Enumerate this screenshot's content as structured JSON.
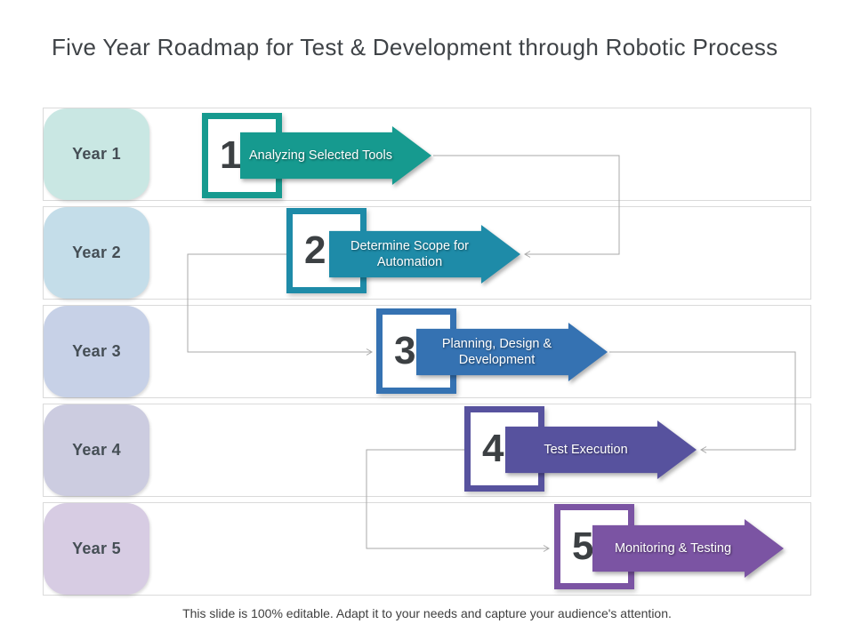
{
  "title": "Five Year Roadmap for Test & Development through Robotic Process",
  "footer": "This slide is 100% editable. Adapt it to your needs and capture your audience's attention.",
  "connectors": {
    "color": "#a9a9a9"
  },
  "rows": [
    {
      "year": "Year 1",
      "number": "1",
      "label": "Analyzing Selected Tools",
      "accent": "#169a8f",
      "year_bg": "#c9e7e3"
    },
    {
      "year": "Year 2",
      "number": "2",
      "label": "Determine Scope for Automation",
      "accent": "#1e8ba8",
      "year_bg": "#c4dde9"
    },
    {
      "year": "Year 3",
      "number": "3",
      "label": "Planning, Design & Development",
      "accent": "#3572b2",
      "year_bg": "#c7d1e7"
    },
    {
      "year": "Year 4",
      "number": "4",
      "label": "Test Execution",
      "accent": "#57529e",
      "year_bg": "#cccce0"
    },
    {
      "year": "Year 5",
      "number": "5",
      "label": "Monitoring & Testing",
      "accent": "#7b54a3",
      "year_bg": "#d7cce3"
    }
  ]
}
